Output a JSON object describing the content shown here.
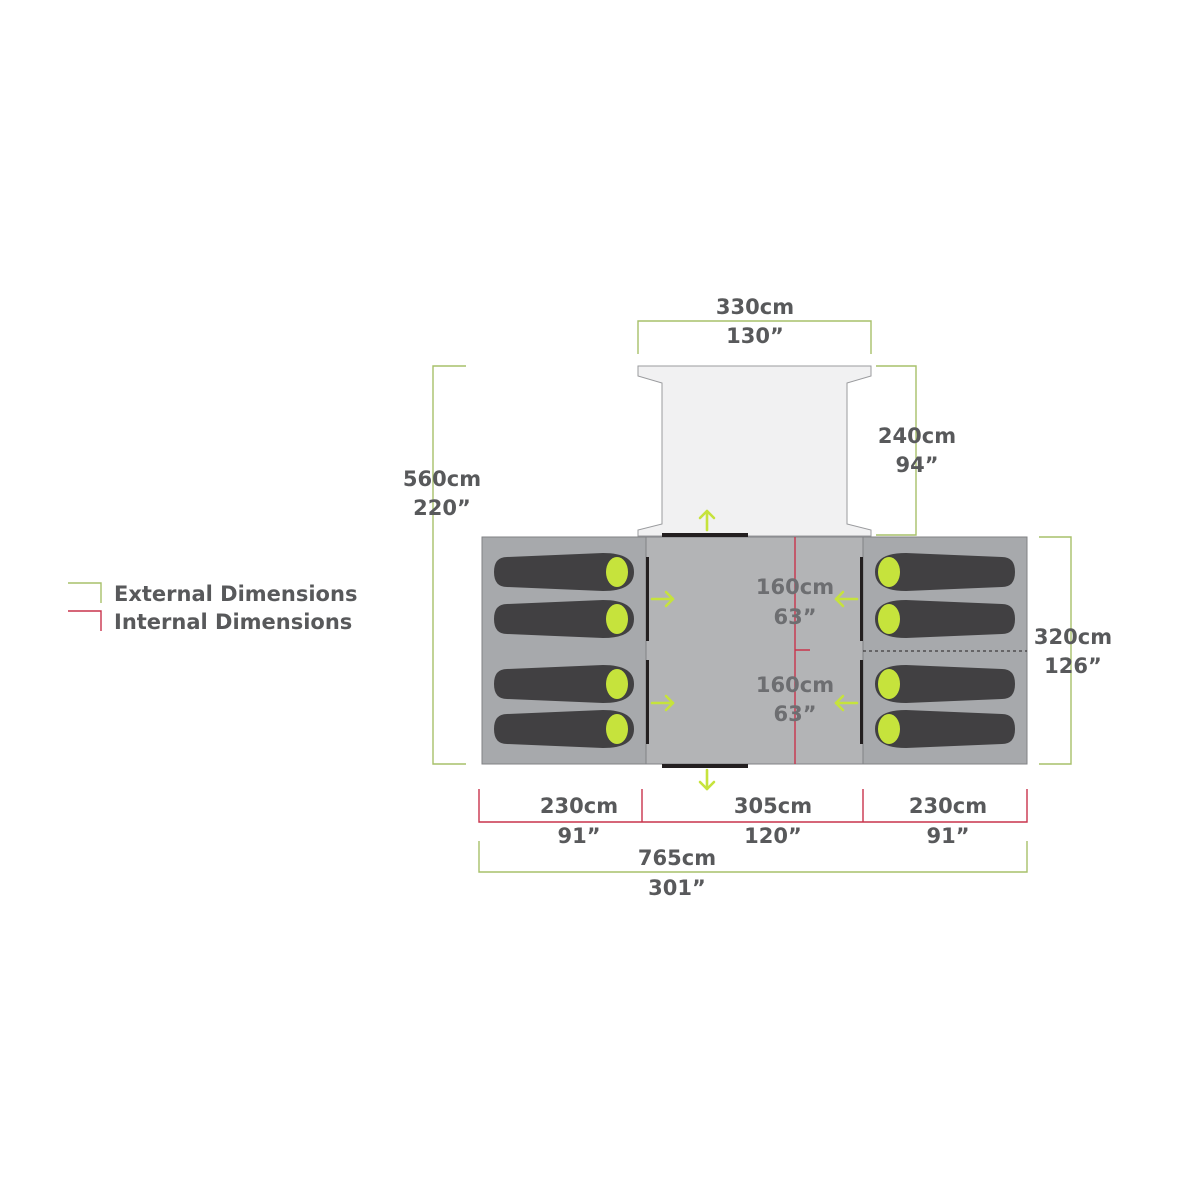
{
  "legend": {
    "external": "External Dimensions",
    "internal": "Internal Dimensions"
  },
  "colors": {
    "external": "#a7c06a",
    "internal": "#c9344c",
    "accent": "#c6e33c",
    "bedroom": "#a7a9ac",
    "living": "#b3b4b6",
    "porch": "#f1f1f2",
    "sleeping_bag": "#414042"
  },
  "dimensions": {
    "porch_width": {
      "cm": "330cm",
      "in": "130”"
    },
    "porch_depth": {
      "cm": "240cm",
      "in": "94”"
    },
    "total_depth": {
      "cm": "560cm",
      "in": "220”"
    },
    "bedroom_depth": {
      "cm": "320cm",
      "in": "126”"
    },
    "inner_upper": {
      "cm": "160cm",
      "in": "63”"
    },
    "inner_lower": {
      "cm": "160cm",
      "in": "63”"
    },
    "left_bedroom_width": {
      "cm": "230cm",
      "in": "91”"
    },
    "living_width": {
      "cm": "305cm",
      "in": "120”"
    },
    "right_bedroom_width": {
      "cm": "230cm",
      "in": "91”"
    },
    "total_width": {
      "cm": "765cm",
      "in": "301”"
    }
  }
}
